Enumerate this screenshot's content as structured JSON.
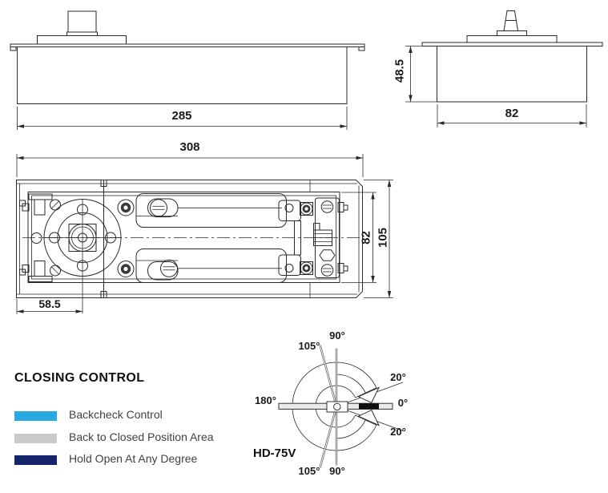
{
  "drawing": {
    "side_view": {
      "width": "285"
    },
    "end_view": {
      "height": "48.5",
      "width": "82"
    },
    "plan_view": {
      "overall_length": "308",
      "body_width": "82",
      "plate_width": "105",
      "spindle_offset": "58.5"
    }
  },
  "closing_control": {
    "title": "CLOSING CONTROL",
    "model": "HD-75V",
    "legend": [
      {
        "label": "Backcheck Control",
        "color": "#29A9E1"
      },
      {
        "label": "Back to Closed Position Area",
        "color": "#C8CACC"
      },
      {
        "label": "Hold Open At Any Degree",
        "color": "#14256B"
      }
    ],
    "angle_labels": {
      "top_90": "90°",
      "top_105": "105°",
      "left_180": "180°",
      "right_0": "0°",
      "upper_right_20": "20°",
      "lower_right_20": "20°",
      "bottom_90": "90°",
      "bottom_105": "105°"
    }
  },
  "colors": {
    "line": "#2a2a2a",
    "backcheck_cyan": "#29A9E1",
    "closed_area_gray": "#C8CACC",
    "hold_open_navy": "#14256B"
  }
}
